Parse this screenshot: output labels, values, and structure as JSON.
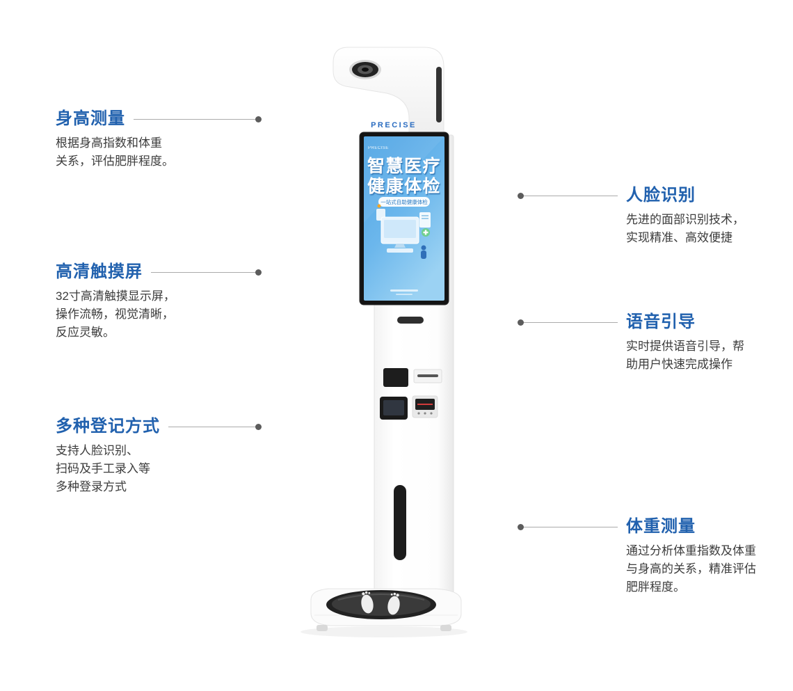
{
  "colors": {
    "accent": "#2161ae",
    "screen_blue_top": "#4fa4e4",
    "screen_blue_bottom": "#9bd2f3",
    "connector_line": "#ababab",
    "connector_dot": "#5c5c5c"
  },
  "machine": {
    "brand": "PRECISE",
    "screen": {
      "brand": "PRECISE",
      "title1": "智慧医疗",
      "title2": "健康体检",
      "badge": "一站式自助健康体检"
    }
  },
  "features": {
    "left": [
      {
        "title": "身高测量",
        "desc": [
          "根据身高指数和体重",
          "关系，评估肥胖程度。"
        ]
      },
      {
        "title": "高清触摸屏",
        "desc": [
          "32寸高清触摸显示屏，",
          "操作流畅，视觉清晰，",
          "反应灵敏。"
        ]
      },
      {
        "title": "多种登记方式",
        "desc": [
          "支持人脸识别、",
          "扫码及手工录入等",
          "多种登录方式"
        ]
      }
    ],
    "right": [
      {
        "title": "人脸识别",
        "desc": [
          "先进的面部识别技术，",
          "实现精准、高效便捷"
        ]
      },
      {
        "title": "语音引导",
        "desc": [
          "实时提供语音引导，帮",
          "助用户快速完成操作"
        ]
      },
      {
        "title": "体重测量",
        "desc": [
          "通过分析体重指数及体重",
          "与身高的关系，精准评估",
          "肥胖程度。"
        ]
      }
    ]
  }
}
